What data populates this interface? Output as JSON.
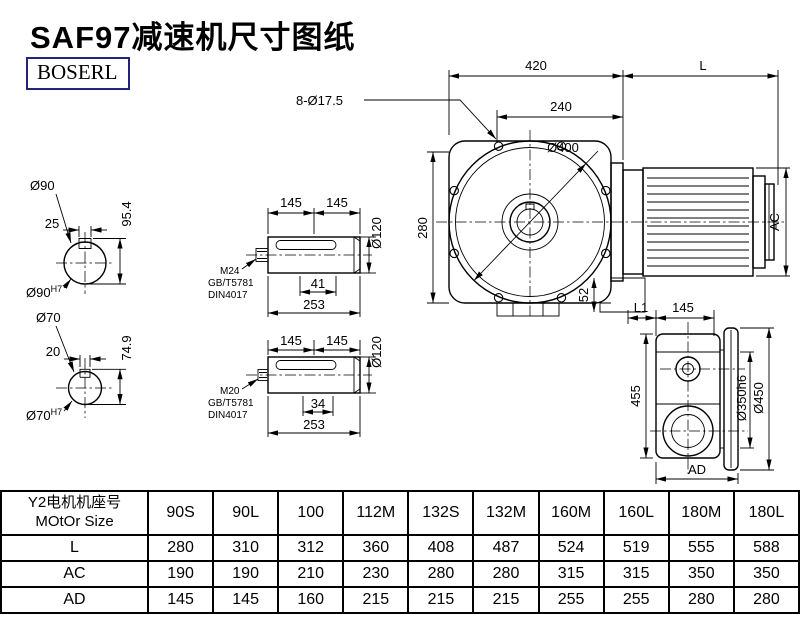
{
  "page": {
    "title": "SAF97减速机尺寸图纸",
    "logo": "BOSERL"
  },
  "drawings": {
    "shaft_end_1": {
      "dia_label": "Ø90",
      "key_width": "25",
      "height": "95.4",
      "bore": "Ø90",
      "bore_tol": "H7"
    },
    "shaft_end_2": {
      "dia_label": "Ø70",
      "key_width": "20",
      "height": "74.9",
      "bore": "Ø70",
      "bore_tol": "H7"
    },
    "shaft_side_1": {
      "len1": "145",
      "len2": "145",
      "dia": "Ø120",
      "thread": "M24",
      "std1": "GB/T5781",
      "std2": "DIN4017",
      "dim_a": "41",
      "total_len": "253"
    },
    "shaft_side_2": {
      "len1": "145",
      "len2": "145",
      "dia": "Ø120",
      "thread": "M20",
      "std1": "GB/T5781",
      "std2": "DIN4017",
      "dim_a": "34",
      "total_len": "253"
    },
    "front_view": {
      "width": "420",
      "len_var": "L",
      "bolt_holes": "8-Ø17.5",
      "pitch": "240",
      "bolt_circle": "Ø400",
      "height": "280",
      "foot": "52",
      "motor_dia": "AC"
    },
    "side_view": {
      "dim_l1": "L1",
      "dim_145": "145",
      "height": "455",
      "spigot": "Ø350h6",
      "flange": "Ø450",
      "width_var": "AD"
    }
  },
  "table": {
    "row_header_line1": "Y2电机机座号",
    "row_header_line2": "MOtOr Size",
    "motor_sizes": [
      "90S",
      "90L",
      "100",
      "112M",
      "132S",
      "132M",
      "160M",
      "160L",
      "180M",
      "180L"
    ],
    "rows": [
      {
        "label": "L",
        "values": [
          "280",
          "310",
          "312",
          "360",
          "408",
          "487",
          "524",
          "519",
          "555",
          "588"
        ]
      },
      {
        "label": "AC",
        "values": [
          "190",
          "190",
          "210",
          "230",
          "280",
          "280",
          "315",
          "315",
          "350",
          "350"
        ]
      },
      {
        "label": "AD",
        "values": [
          "145",
          "145",
          "160",
          "215",
          "215",
          "215",
          "255",
          "255",
          "280",
          "280"
        ]
      }
    ]
  }
}
